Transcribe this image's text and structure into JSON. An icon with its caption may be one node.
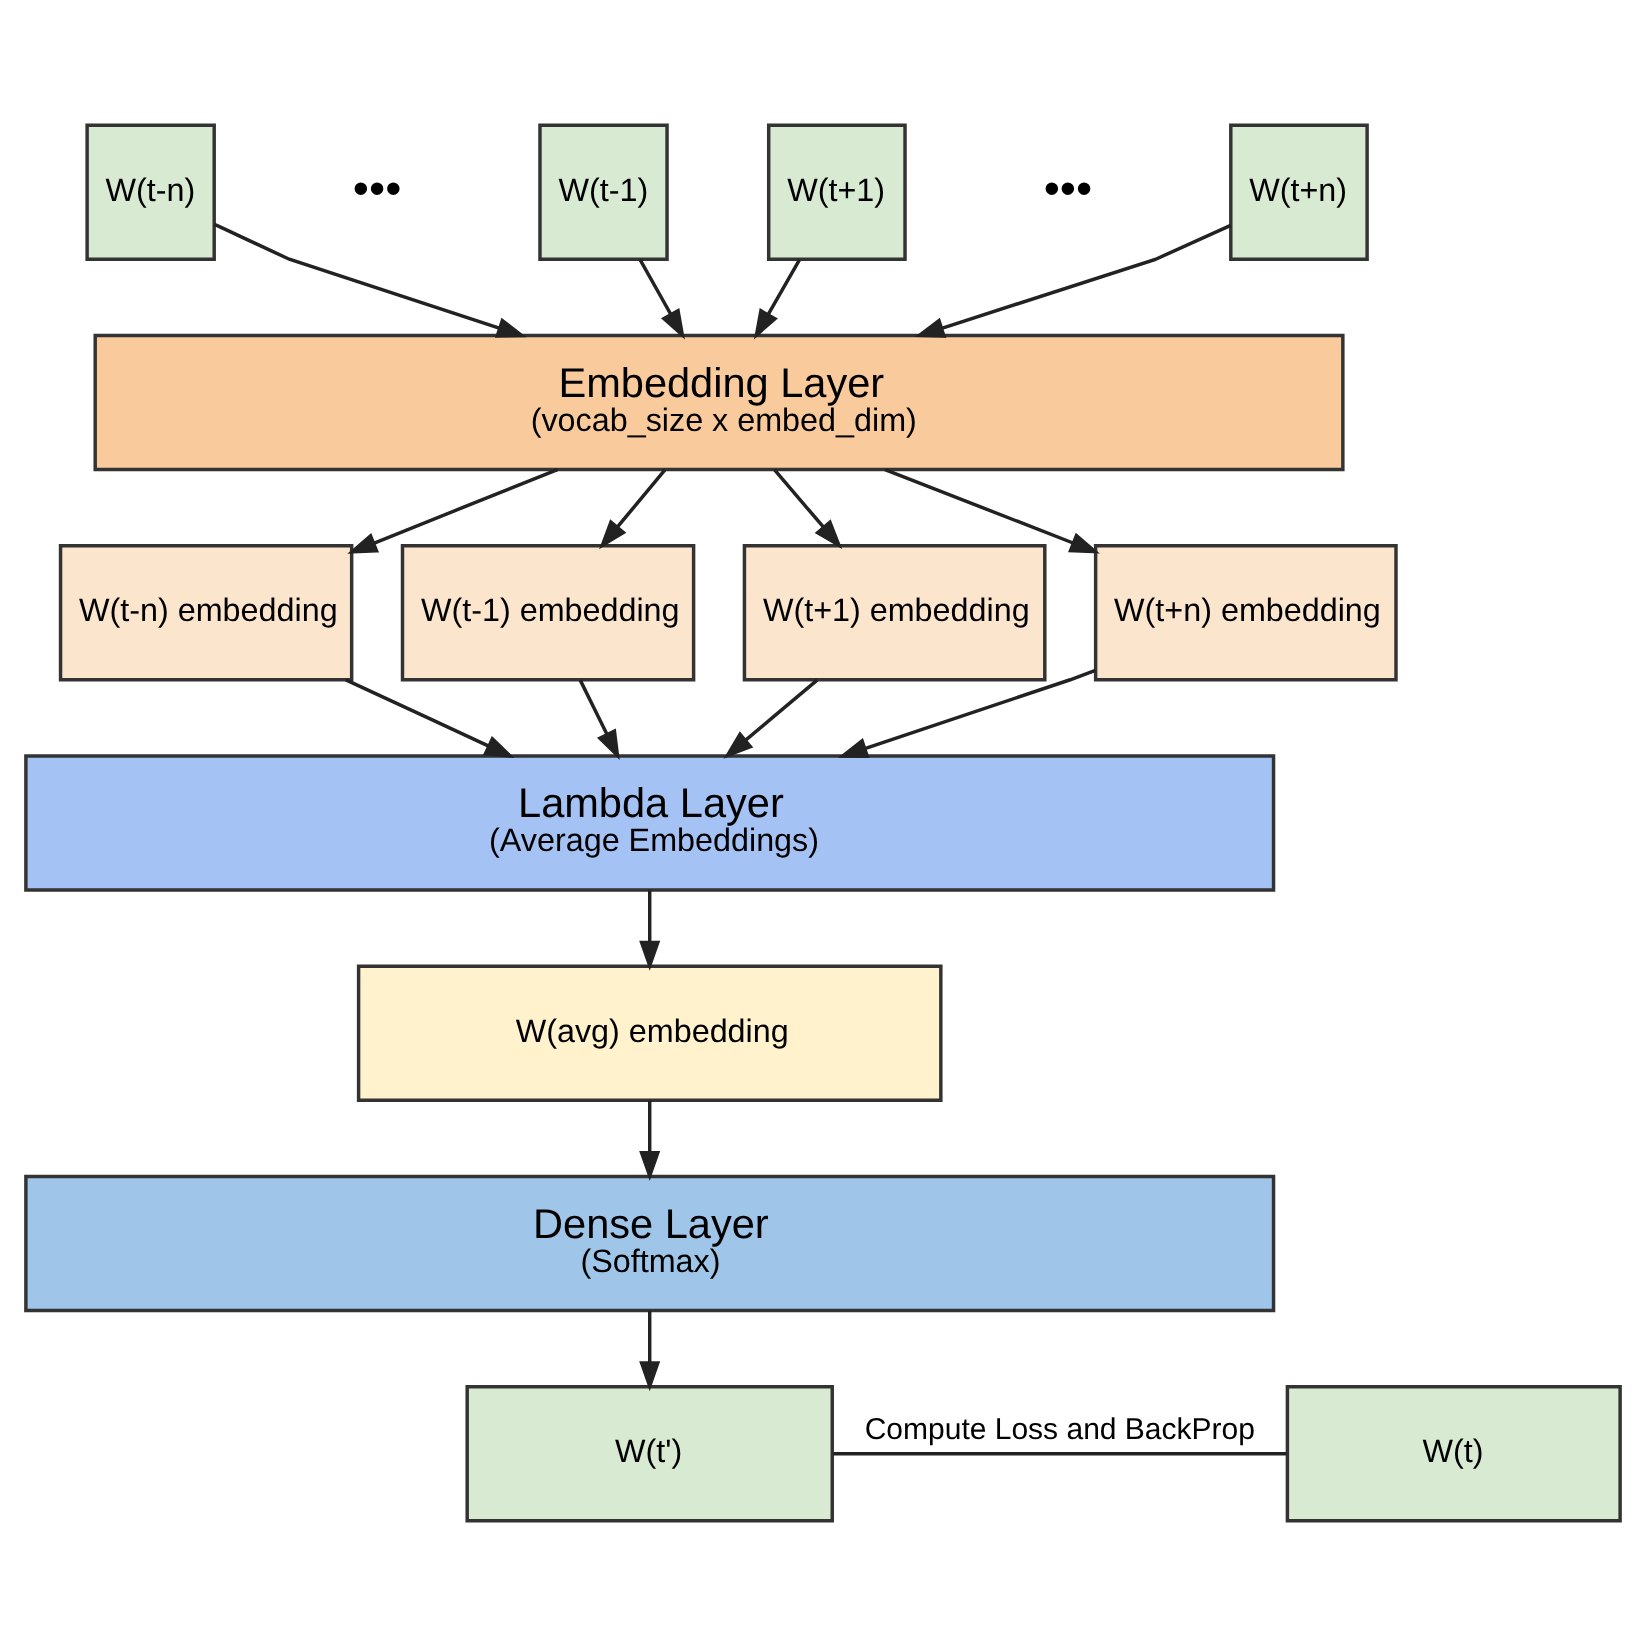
{
  "diagram": {
    "nodes": [
      {
        "text": [
          "W(t-n)"
        ]
      },
      {
        "text": [
          "W(t-1)"
        ]
      },
      {
        "text": [
          "W(t+1)"
        ]
      },
      {
        "text": [
          "W(t+n)"
        ]
      },
      {
        "text": [
          "Embedding Layer",
          "(vocab_size x embed_dim)"
        ]
      },
      {
        "text": [
          "W(t-n) embedding"
        ]
      },
      {
        "text": [
          "W(t-1) embedding"
        ]
      },
      {
        "text": [
          "W(t+1) embedding"
        ]
      },
      {
        "text": [
          "W(t+n) embedding"
        ]
      },
      {
        "text": [
          "Lambda Layer",
          "(Average Embeddings)"
        ]
      },
      {
        "text": [
          "W(avg) embedding"
        ]
      },
      {
        "text": [
          "Dense Layer",
          "(Softmax)"
        ]
      },
      {
        "text": [
          "W(t')"
        ]
      },
      {
        "text": [
          "W(t)"
        ]
      }
    ],
    "edges": [
      {
        "from": 0,
        "to": 4,
        "arrow": "to"
      },
      {
        "from": 1,
        "to": 4,
        "arrow": "to"
      },
      {
        "from": 2,
        "to": 4,
        "arrow": "to"
      },
      {
        "from": 3,
        "to": 4,
        "arrow": "to"
      },
      {
        "from": 4,
        "to": 5,
        "arrow": "to"
      },
      {
        "from": 4,
        "to": 6,
        "arrow": "to"
      },
      {
        "from": 4,
        "to": 7,
        "arrow": "to"
      },
      {
        "from": 4,
        "to": 8,
        "arrow": "to"
      },
      {
        "from": 5,
        "to": 9,
        "arrow": "to"
      },
      {
        "from": 6,
        "to": 9,
        "arrow": "to"
      },
      {
        "from": 7,
        "to": 9,
        "arrow": "to"
      },
      {
        "from": 8,
        "to": 9,
        "arrow": "to"
      },
      {
        "from": 9,
        "to": 10,
        "arrow": "to"
      },
      {
        "from": 10,
        "to": 11,
        "arrow": "to"
      },
      {
        "from": 11,
        "to": 12,
        "arrow": "to"
      },
      {
        "from": 12,
        "to": 13,
        "arrow": "none",
        "label": "Compute Loss and BackProp"
      }
    ],
    "labels": [
      "•••",
      "•••"
    ]
  }
}
